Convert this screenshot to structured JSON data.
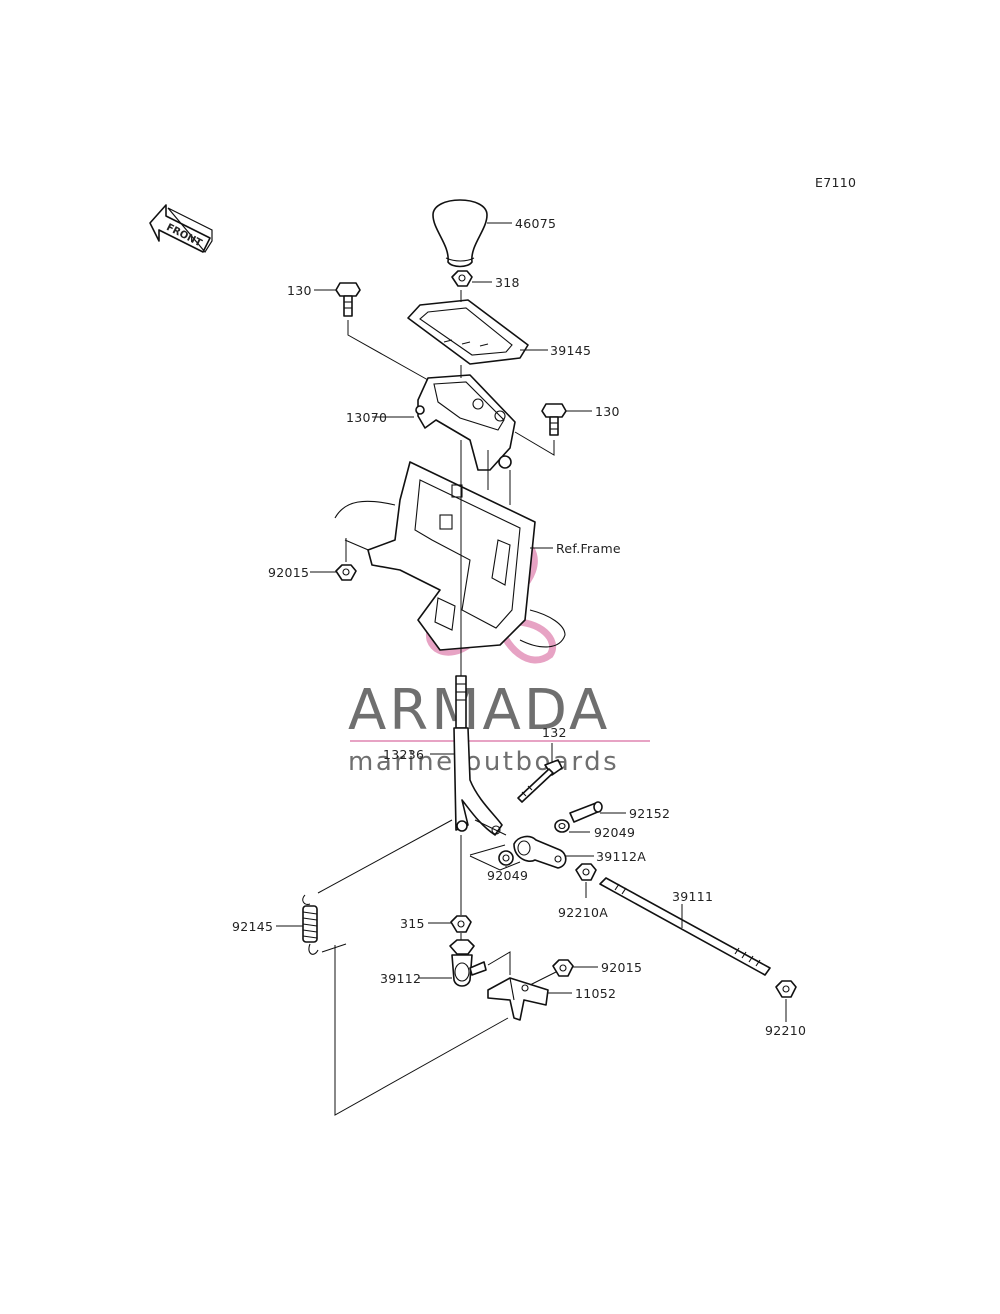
{
  "diagram_code": "E7110",
  "front_label": "FRONT",
  "part_labels": {
    "p46075": "46075",
    "p318": "318",
    "p130a": "130",
    "p39145": "39145",
    "p130b": "130",
    "p13070": "13070",
    "pRefFrame": "Ref.Frame",
    "p92015a": "92015",
    "p132": "132",
    "p13236": "13236",
    "p92152": "92152",
    "p92049a": "92049",
    "p39112A": "39112A",
    "p92049b": "92049",
    "p92210A": "92210A",
    "p39111": "39111",
    "p92145": "92145",
    "p315": "315",
    "p39112": "39112",
    "p92015b": "92015",
    "p11052": "11052",
    "p92210": "92210"
  },
  "watermark": {
    "brand": "ARMADA",
    "tagline": "marine outboards",
    "logo_color": "#e7a3c4",
    "text_color": "#6f6f6f"
  }
}
